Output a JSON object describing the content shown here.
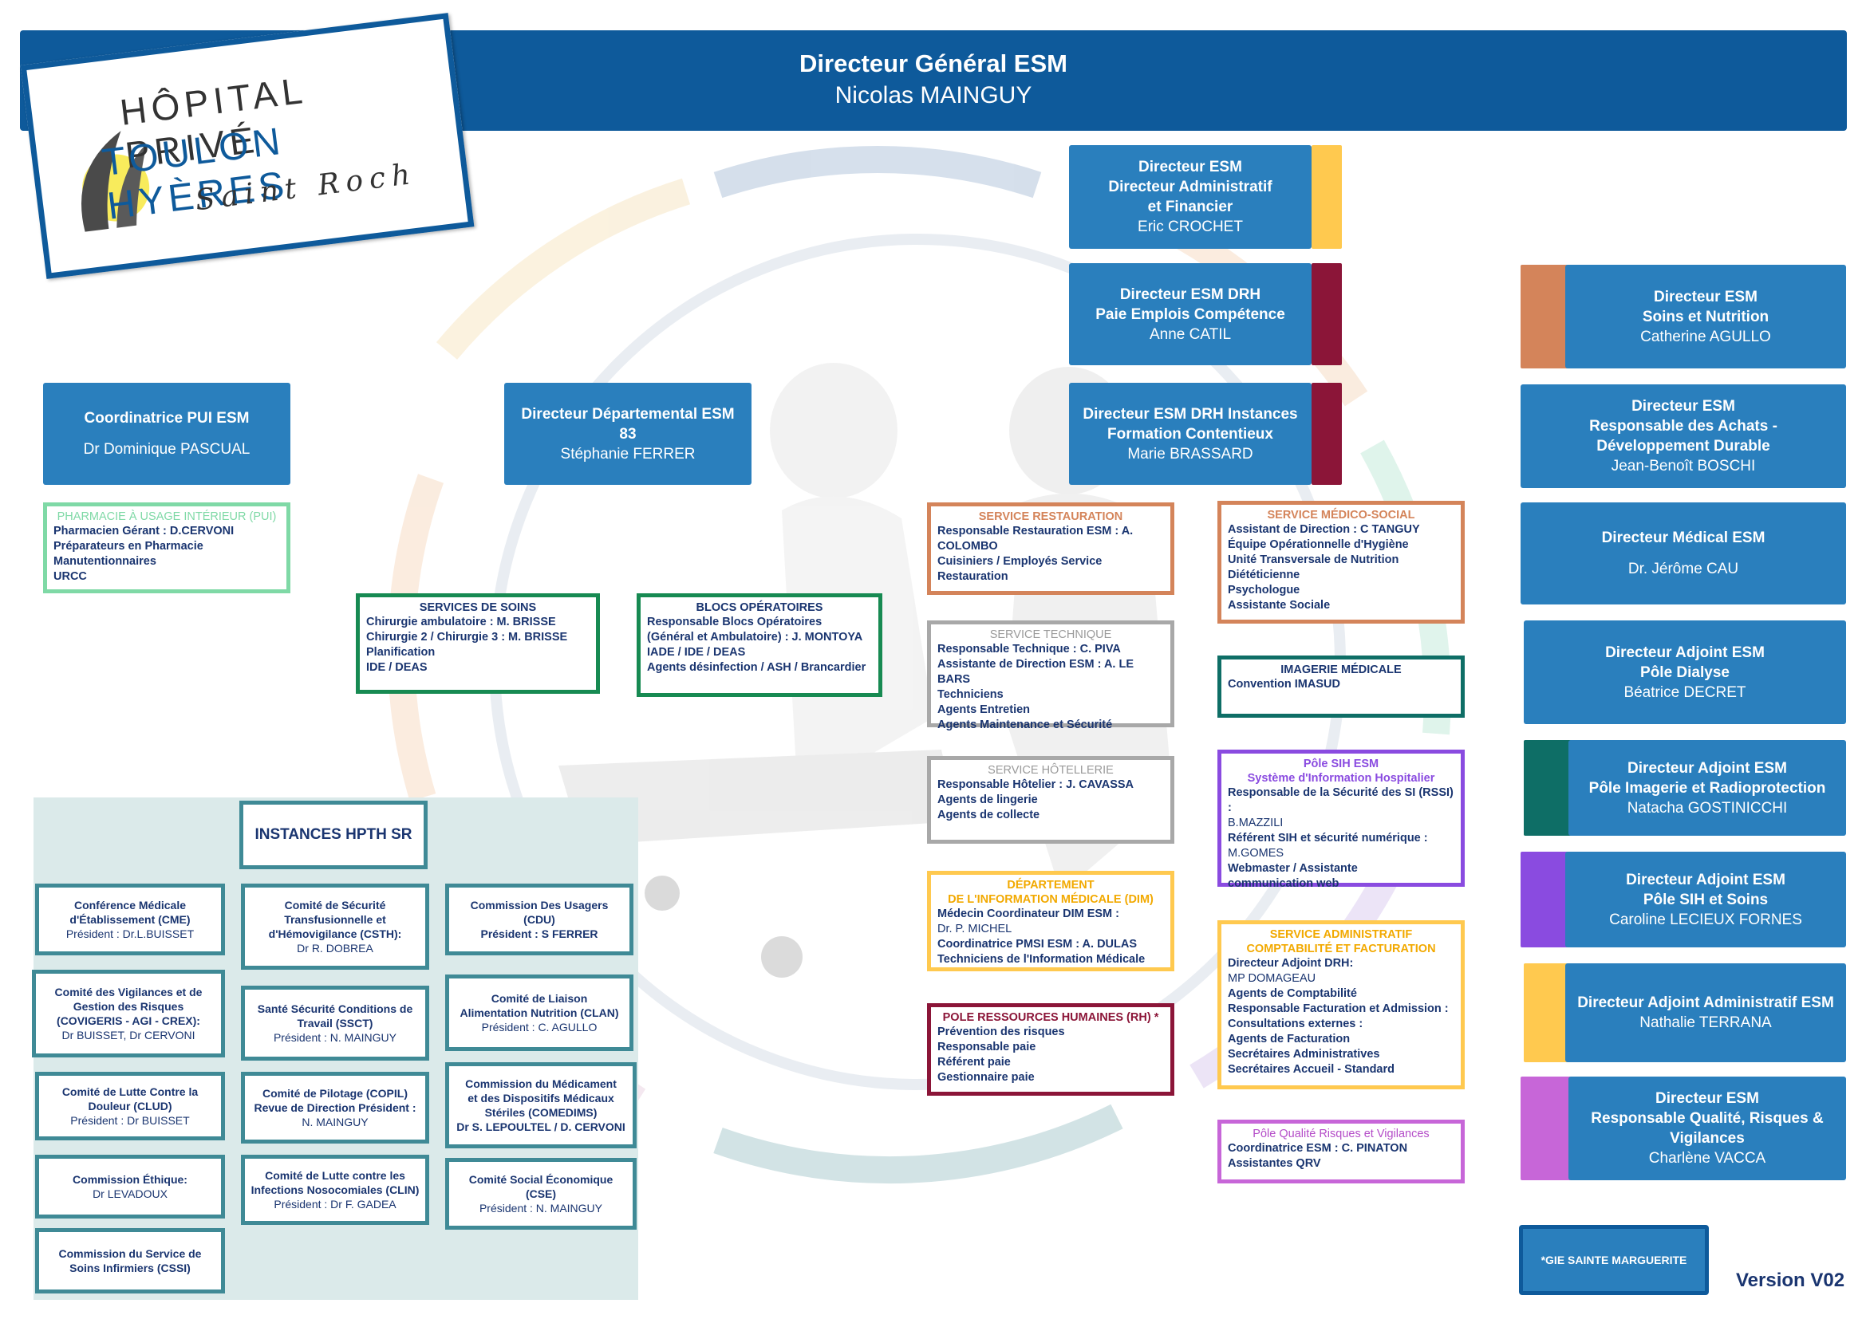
{
  "logo": {
    "line1": "HÔPITAL PRIVÉ",
    "line2": "TOULON HYÈRES",
    "line3": "Saint Roch"
  },
  "header": {
    "title": "Directeur Général ESM",
    "name": "Nicolas MAINGUY"
  },
  "center_directors": [
    {
      "title": "Directeur ESM\nDirecteur Administratif\net Financier",
      "name": "Eric CROCHET",
      "color": "#ffc94f"
    },
    {
      "title": "Directeur ESM DRH\nPaie Emplois Compétence",
      "name": "Anne CATIL",
      "color": "#8b1538"
    },
    {
      "title": "Directeur ESM DRH Instances\nFormation Contentieux",
      "name": "Marie BRASSARD",
      "color": "#8b1538"
    }
  ],
  "left_directors": {
    "pui": {
      "title": "Coordinatrice PUI ESM",
      "name": "Dr Dominique PASCUAL"
    },
    "dep": {
      "title": "Directeur Départemental ESM\n83",
      "name": "Stéphanie FERRER"
    }
  },
  "right_directors": [
    {
      "title": "Directeur ESM\nSoins et Nutrition",
      "name": "Catherine AGULLO",
      "color": "#d4845a"
    },
    {
      "title": "Directeur ESM\nResponsable des Achats -\nDéveloppement Durable",
      "name": "Jean-Benoît BOSCHI",
      "color": ""
    },
    {
      "title": "Directeur Médical ESM",
      "name": "Dr. Jérôme CAU",
      "color": ""
    },
    {
      "title": "Directeur Adjoint ESM\nPôle Dialyse",
      "name": "Béatrice DECRET",
      "color": ""
    },
    {
      "title": "Directeur Adjoint ESM\nPôle Imagerie et Radioprotection",
      "name": "Natacha GOSTINICCHI",
      "color": "#0e6e66"
    },
    {
      "title": "Directeur Adjoint ESM\nPôle SIH et Soins",
      "name": "Caroline LECIEUX FORNES",
      "color": "#8a4be0"
    },
    {
      "title": "Directeur Adjoint Administratif ESM",
      "name": "Nathalie TERRANA",
      "color": "#ffc94f"
    },
    {
      "title": "Directeur ESM\nResponsable Qualité, Risques &\nVigilances",
      "name": "Charlène VACCA",
      "color": "#c766d8"
    }
  ],
  "services": {
    "pui": {
      "header": "PHARMACIE À USAGE INTÉRIEUR (PUI)",
      "lines": [
        "Pharmacien Gérant : D.CERVONI",
        "Préparateurs en Pharmacie",
        "Manutentionnaires",
        "URCC"
      ],
      "color": "#7fd9a6"
    },
    "soins": {
      "header": "SERVICES DE SOINS",
      "lines": [
        "Chirurgie ambulatoire : M. BRISSE",
        "Chirurgie 2 / Chirurgie 3 : M. BRISSE",
        "Planification",
        "IDE / DEAS"
      ],
      "color": "#178a52"
    },
    "blocs": {
      "header": "BLOCS OPÉRATOIRES",
      "lines": [
        "Responsable Blocs Opératoires",
        "(Général et Ambulatoire) : J. MONTOYA",
        "IADE / IDE / DEAS",
        "Agents désinfection / ASH / Brancardier"
      ],
      "color": "#178a52"
    },
    "restauration": {
      "header": "SERVICE RESTAURATION",
      "lines": [
        "Responsable Restauration ESM : A. COLOMBO",
        "Cuisiniers / Employés Service Restauration"
      ],
      "color": "#d4845a"
    },
    "technique": {
      "header": "SERVICE TECHNIQUE",
      "lines": [
        "Responsable Technique : C. PIVA",
        "Assistante de Direction ESM : A. LE BARS",
        "Techniciens",
        "Agents Entretien",
        "Agents Maintenance et Sécurité"
      ],
      "color": "#a8a8a8"
    },
    "hotellerie": {
      "header": "SERVICE HÔTELLERIE",
      "lines": [
        "Responsable Hôtelier : J. CAVASSA",
        "Agents de lingerie",
        "Agents de collecte"
      ],
      "color": "#a8a8a8"
    },
    "dim": {
      "header": "DÉPARTEMENT\nDE L'INFORMATION MÉDICALE (DIM)",
      "lines": [
        "Médecin Coordinateur DIM ESM :",
        "Dr. P. MICHEL",
        "Coordinatrice PMSI ESM : A. DULAS",
        "Techniciens de l'Information Médicale"
      ],
      "color": "#ffc94f"
    },
    "rh": {
      "header": "POLE RESSOURCES HUMAINES (RH) *",
      "lines": [
        "Prévention des risques",
        "Responsable paie",
        "Référent paie",
        "Gestionnaire paie"
      ],
      "color": "#8b1538"
    },
    "medico": {
      "header": "SERVICE MÉDICO-SOCIAL",
      "lines": [
        "Assistant de Direction : C TANGUY",
        "Équipe Opérationnelle d'Hygiène",
        "Unité Transversale de Nutrition",
        "Diététicienne",
        "Psychologue",
        "Assistante Sociale"
      ],
      "color": "#d4845a"
    },
    "imagerie": {
      "header": "IMAGERIE MÉDICALE",
      "lines": [
        "Convention IMASUD"
      ],
      "color": "#0e6e66"
    },
    "sih": {
      "header": "Pôle SIH ESM\nSystème d'Information Hospitalier",
      "lines": [
        "Responsable de la Sécurité des SI (RSSI) :",
        "B.MAZZILI",
        "Référent SIH et sécurité numérique :",
        "M.GOMES",
        "Webmaster / Assistante",
        "communication web"
      ],
      "color": "#8a4be0"
    },
    "admin": {
      "header": "SERVICE ADMINISTRATIF\nCOMPTABILITÉ ET FACTURATION",
      "lines": [
        "Directeur Adjoint DRH:",
        "MP DOMAGEAU",
        "Agents de Comptabilité",
        "Responsable Facturation et Admission :",
        "Consultations externes :",
        "Agents de Facturation",
        "Secrétaires Administratives",
        "Secrétaires Accueil - Standard"
      ],
      "color": "#ffc94f"
    },
    "qualite": {
      "header": "Pôle Qualité Risques et Vigilances",
      "lines": [
        "Coordinatrice ESM : C. PINATON",
        "Assistantes QRV"
      ],
      "color": "#c766d8"
    }
  },
  "instances": {
    "title": "INSTANCES HPTH SR",
    "col1": [
      {
        "title": "Conférence Médicale\nd'Établissement (CME)",
        "sub": "Président : Dr.L.BUISSET"
      },
      {
        "title": "Comité des Vigilances et de\nGestion des Risques\n(COVIGERIS - AGI - CREX):",
        "sub": "Dr BUISSET, Dr CERVONI"
      },
      {
        "title": "Comité de Lutte Contre la\nDouleur (CLUD)",
        "sub": "Président : Dr BUISSET"
      },
      {
        "title": "Commission Éthique:",
        "sub": "Dr LEVADOUX"
      },
      {
        "title": "Commission du Service de\nSoins Infirmiers (CSSI)",
        "sub": ""
      }
    ],
    "col2": [
      {
        "title": "Comité de Sécurité\nTransfusionnelle et\nd'Hémovigilance (CSTH):",
        "sub": "Dr R. DOBREA"
      },
      {
        "title": "Santé Sécurité Conditions de\nTravail (SSCT)",
        "sub": "Président : N. MAINGUY"
      },
      {
        "title": "Comité de Pilotage (COPIL)\nRevue de Direction Président :",
        "sub": "N. MAINGUY"
      },
      {
        "title": "Comité de Lutte contre les\nInfections Nosocomiales (CLIN)",
        "sub": "Président : Dr F. GADEA"
      }
    ],
    "col3": [
      {
        "title": "Commission Des Usagers (CDU)\nPrésident : S FERRER",
        "sub": ""
      },
      {
        "title": "Comité de Liaison\nAlimentation Nutrition (CLAN)",
        "sub": "Président : C. AGULLO"
      },
      {
        "title": "Commission du Médicament\net des Dispositifs Médicaux\nStériles (COMEDIMS)\nDr S. LEPOULTEL / D. CERVONI",
        "sub": ""
      },
      {
        "title": "Comité Social Économique\n(CSE)",
        "sub": "Président : N. MAINGUY"
      }
    ]
  },
  "footer": {
    "gie": "*GIE SAINTE MARGUERITE",
    "version": "Version V02"
  }
}
